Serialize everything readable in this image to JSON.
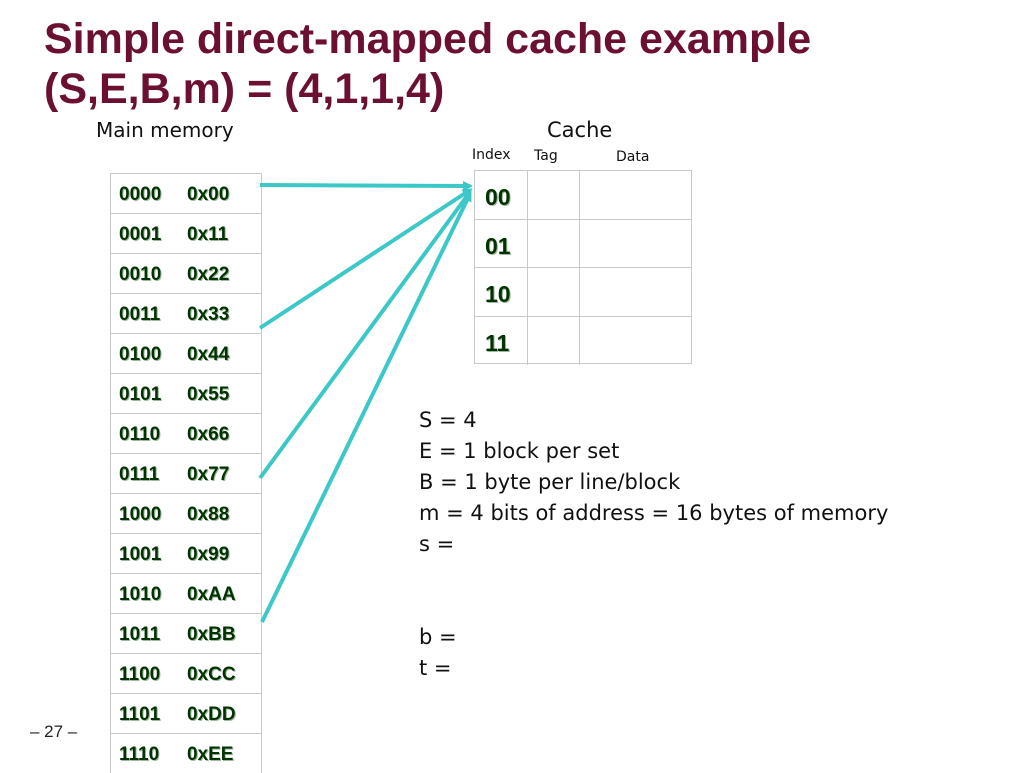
{
  "title": {
    "line1": "Simple direct-mapped cache example",
    "line2": "(S,E,B,m) = (4,1,1,4)"
  },
  "main_memory": {
    "label": "Main memory",
    "rows": [
      {
        "addr": "0000",
        "value": "0x00"
      },
      {
        "addr": "0001",
        "value": "0x11"
      },
      {
        "addr": "0010",
        "value": "0x22"
      },
      {
        "addr": "0011",
        "value": "0x33"
      },
      {
        "addr": "0100",
        "value": "0x44"
      },
      {
        "addr": "0101",
        "value": "0x55"
      },
      {
        "addr": "0110",
        "value": "0x66"
      },
      {
        "addr": "0111",
        "value": "0x77"
      },
      {
        "addr": "1000",
        "value": "0x88"
      },
      {
        "addr": "1001",
        "value": "0x99"
      },
      {
        "addr": "1010",
        "value": "0xAA"
      },
      {
        "addr": "1011",
        "value": "0xBB"
      },
      {
        "addr": "1100",
        "value": "0xCC"
      },
      {
        "addr": "1101",
        "value": "0xDD"
      },
      {
        "addr": "1110",
        "value": "0xEE"
      }
    ]
  },
  "cache": {
    "label": "Cache",
    "index_header": "Index",
    "tag_header": "Tag",
    "data_header": "Data",
    "rows": [
      {
        "index": "00"
      },
      {
        "index": "01"
      },
      {
        "index": "10"
      },
      {
        "index": "11"
      }
    ]
  },
  "parameters": [
    "S = 4",
    "E = 1 block per set",
    "B = 1 byte per line/block",
    "m = 4 bits of address = 16 bytes of memory",
    "s =",
    "",
    "",
    "b =",
    "t ="
  ],
  "page_number": "– 27 –",
  "colors": {
    "title": "#6b0f33",
    "arrow": "#3cc8c8",
    "cell_text": "#003300"
  }
}
